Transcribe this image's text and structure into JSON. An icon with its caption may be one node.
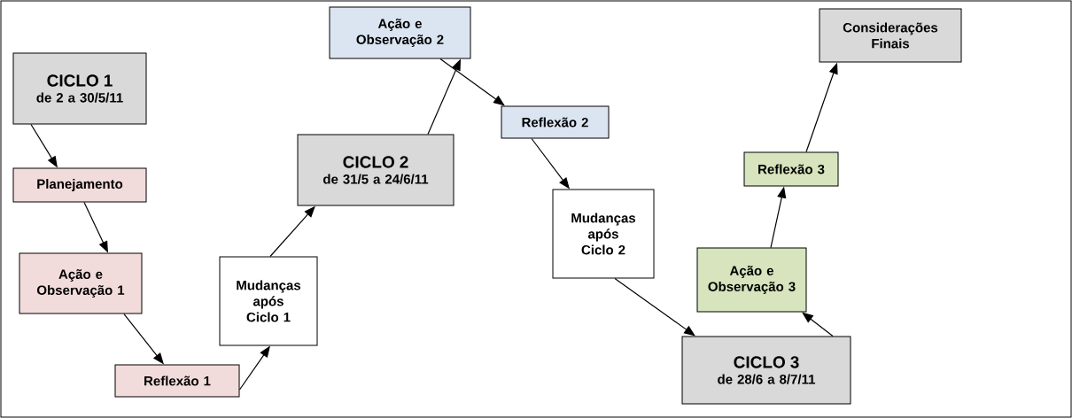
{
  "diagram": {
    "nodes": [
      {
        "text": [
          "CICLO 1",
          "de 2 a 30/5/11"
        ]
      },
      {
        "text": [
          "Planejamento"
        ]
      },
      {
        "text": [
          "Ação e Observação 1"
        ]
      },
      {
        "text": [
          "Reflexão 1"
        ]
      },
      {
        "text": [
          "Mudanças após Ciclo 1"
        ]
      },
      {
        "text": [
          "CICLO 2",
          "de 31/5 a 24/6/11"
        ]
      },
      {
        "text": [
          "Ação e Observação 2"
        ]
      },
      {
        "text": [
          "Reflexão 2"
        ]
      },
      {
        "text": [
          "Mudanças após Ciclo 2"
        ]
      },
      {
        "text": [
          "CICLO 3",
          "de 28/6 a 8/7/11"
        ]
      },
      {
        "text": [
          "Ação e Observação 3"
        ]
      },
      {
        "text": [
          "Reflexão 3"
        ]
      },
      {
        "text": [
          "Considerações Finais"
        ]
      }
    ],
    "edges": [
      {
        "from": 0,
        "to": 1,
        "arrow": "to"
      },
      {
        "from": 1,
        "to": 2,
        "arrow": "to"
      },
      {
        "from": 2,
        "to": 3,
        "arrow": "to"
      },
      {
        "from": 3,
        "to": 4,
        "arrow": "to"
      },
      {
        "from": 4,
        "to": 5,
        "arrow": "to"
      },
      {
        "from": 5,
        "to": 6,
        "arrow": "to"
      },
      {
        "from": 6,
        "to": 7,
        "arrow": "to"
      },
      {
        "from": 7,
        "to": 8,
        "arrow": "to"
      },
      {
        "from": 8,
        "to": 9,
        "arrow": "to"
      },
      {
        "from": 9,
        "to": 10,
        "arrow": "to"
      },
      {
        "from": 10,
        "to": 11,
        "arrow": "to"
      },
      {
        "from": 11,
        "to": 12,
        "arrow": "to"
      }
    ]
  }
}
